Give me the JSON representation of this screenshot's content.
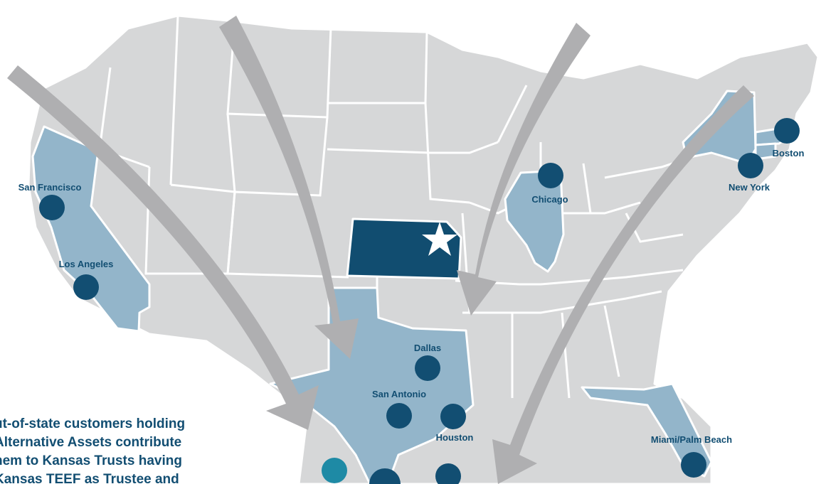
{
  "highlight_color": "#93b5ca",
  "kansas_color": "#114d70",
  "dot_color": "#124e72",
  "accent_dot_color": "#1e8aa5",
  "arrow_color": "#afafb1",
  "base_state_color": "#d6d7d8",
  "home_state": "Kansas",
  "home_marker_icon": "star-icon",
  "cities": {
    "san_francisco": "San Francisco",
    "los_angeles": "Los Angeles",
    "dallas": "Dallas",
    "san_antonio": "San Antonio",
    "houston": "Houston",
    "chicago": "Chicago",
    "new_york": "New York",
    "boston": "Boston",
    "miami": "Miami/Palm Beach"
  },
  "caption": {
    "line1": "ut-of-state customers holding",
    "line2": "Alternative Assets contribute",
    "line3": "hem to Kansas Trusts having",
    "line4": "Kansas TEEF as Trustee and"
  }
}
